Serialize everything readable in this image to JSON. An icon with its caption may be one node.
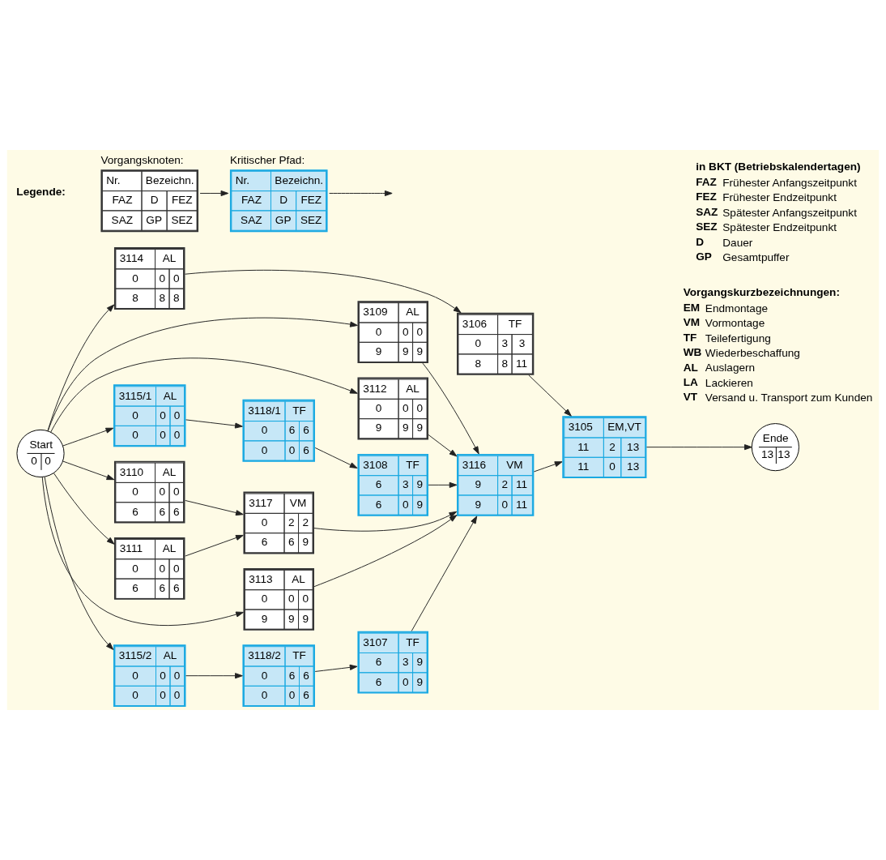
{
  "diagram": {
    "nodes": [
      {
        "text": [
          "Start",
          "0",
          "0"
        ]
      },
      {
        "text": [
          "3114",
          "AL",
          "0",
          "0",
          "0",
          "8",
          "8",
          "8"
        ]
      },
      {
        "text": [
          "3106",
          "TF",
          "0",
          "3",
          "3",
          "8",
          "8",
          "11"
        ]
      },
      {
        "text": [
          "3109",
          "AL",
          "0",
          "0",
          "0",
          "9",
          "9",
          "9"
        ]
      },
      {
        "text": [
          "3112",
          "AL",
          "0",
          "0",
          "0",
          "9",
          "9",
          "9"
        ]
      },
      {
        "text": [
          "3115/1",
          "AL",
          "0",
          "0",
          "0",
          "0",
          "0",
          "0"
        ]
      },
      {
        "text": [
          "3118/1",
          "TF",
          "0",
          "6",
          "6",
          "0",
          "0",
          "6"
        ]
      },
      {
        "text": [
          "3108",
          "TF",
          "6",
          "3",
          "9",
          "6",
          "0",
          "9"
        ]
      },
      {
        "text": [
          "3105",
          "EM,VT",
          "11",
          "2",
          "13",
          "11",
          "0",
          "13"
        ]
      },
      {
        "text": [
          "Ende",
          "13",
          "13"
        ]
      },
      {
        "text": [
          "3110",
          "AL",
          "0",
          "0",
          "0",
          "6",
          "6",
          "6"
        ]
      },
      {
        "text": [
          "3117",
          "VM",
          "0",
          "2",
          "2",
          "6",
          "6",
          "9"
        ]
      },
      {
        "text": [
          "3116",
          "VM",
          "9",
          "2",
          "11",
          "9",
          "0",
          "11"
        ]
      },
      {
        "text": [
          "3111",
          "AL",
          "0",
          "0",
          "0",
          "6",
          "6",
          "6"
        ]
      },
      {
        "text": [
          "3113",
          "AL",
          "0",
          "0",
          "0",
          "9",
          "9",
          "9"
        ]
      },
      {
        "text": [
          "3115/2",
          "AL",
          "0",
          "0",
          "0",
          "0",
          "0",
          "0"
        ]
      },
      {
        "text": [
          "3118/2",
          "TF",
          "0",
          "6",
          "6",
          "0",
          "0",
          "6"
        ]
      },
      {
        "text": [
          "3107",
          "TF",
          "6",
          "3",
          "9",
          "6",
          "0",
          "9"
        ]
      },
      {
        "text": [
          "Vorgangsknoten:",
          "Nr.",
          "Bezeichn.",
          "FAZ",
          "D",
          "FEZ",
          "SAZ",
          "GP",
          "SEZ"
        ]
      },
      {
        "text": [
          "Kritischer Pfad:",
          "Nr.",
          "Bezeichn.",
          "FAZ",
          "D",
          "FEZ",
          "SAZ",
          "GP",
          "SEZ"
        ]
      }
    ],
    "edges": [
      {
        "from": 0,
        "to": 1,
        "arrow": "to"
      },
      {
        "from": 0,
        "to": 3,
        "arrow": "to"
      },
      {
        "from": 0,
        "to": 4,
        "arrow": "to"
      },
      {
        "from": 0,
        "to": 5,
        "arrow": "to"
      },
      {
        "from": 0,
        "to": 10,
        "arrow": "to"
      },
      {
        "from": 0,
        "to": 13,
        "arrow": "to"
      },
      {
        "from": 0,
        "to": 14,
        "arrow": "to"
      },
      {
        "from": 0,
        "to": 15,
        "arrow": "to"
      },
      {
        "from": 1,
        "to": 2,
        "arrow": "to"
      },
      {
        "from": 5,
        "to": 6,
        "arrow": "to"
      },
      {
        "from": 6,
        "to": 7,
        "arrow": "to"
      },
      {
        "from": 10,
        "to": 11,
        "arrow": "to"
      },
      {
        "from": 13,
        "to": 11,
        "arrow": "to"
      },
      {
        "from": 15,
        "to": 16,
        "arrow": "to"
      },
      {
        "from": 16,
        "to": 17,
        "arrow": "to"
      },
      {
        "from": 3,
        "to": 12,
        "arrow": "to"
      },
      {
        "from": 4,
        "to": 12,
        "arrow": "to"
      },
      {
        "from": 7,
        "to": 12,
        "arrow": "to"
      },
      {
        "from": 11,
        "to": 12,
        "arrow": "to"
      },
      {
        "from": 14,
        "to": 12,
        "arrow": "to"
      },
      {
        "from": 17,
        "to": 12,
        "arrow": "to"
      },
      {
        "from": 2,
        "to": 8,
        "arrow": "to"
      },
      {
        "from": 12,
        "to": 8,
        "arrow": "to"
      },
      {
        "from": 8,
        "to": 9,
        "arrow": "to"
      },
      {
        "from": 18,
        "to": 19,
        "arrow": "to"
      },
      {
        "from": 19,
        "to": null,
        "arrow": "to"
      }
    ],
    "labels": [
      "Legende:",
      "in BKT (Betriebskalendertagen)",
      "FAZ",
      "Frühester Anfangszeitpunkt",
      "FEZ",
      "Frühester Endzeitpunkt",
      "SAZ",
      "Spätester Anfangszeitpunkt",
      "SEZ",
      "Spätester Endzeitpunkt",
      "D",
      "Dauer",
      "GP",
      "Gesamtpuffer",
      "Vorgangskurzbezeichnungen:",
      "EM",
      "Endmontage",
      "VM",
      "Vormontage",
      "TF",
      "Teilefertigung",
      "WB",
      "Wiederbeschaffung",
      "AL",
      "Auslagern",
      "LA",
      "Lackieren",
      "VT",
      "Versand u. Transport zum Kunden"
    ]
  }
}
